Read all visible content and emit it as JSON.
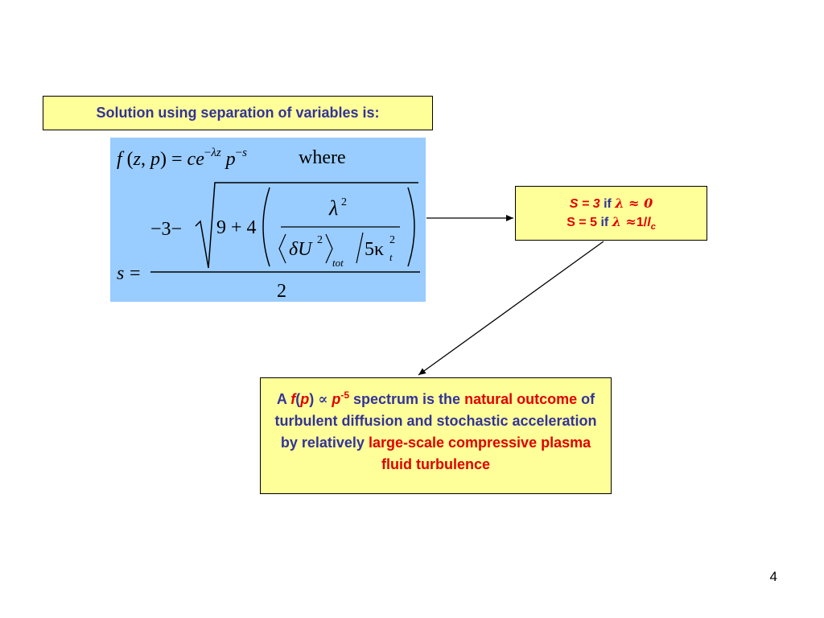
{
  "slide": {
    "title": "Solution using separation of variables is:",
    "page_number": "4"
  },
  "equation": {
    "line1": "f(z,p) = ce^(−λz) p^(−s)",
    "where": "where",
    "s_label": "s",
    "minus3": "−3−",
    "nine_plus_four": "9 + 4",
    "lambda_sq": "λ",
    "sup2": "2",
    "deltaU": "δU",
    "tot": "tot",
    "five_kappa": "5κ",
    "t_sub": "t",
    "denominator": "2"
  },
  "conditions": {
    "line1": {
      "s": "S = 3",
      "if": "if",
      "approx": "λ ≈ 0"
    },
    "line2": {
      "s": "S = 5",
      "if": "if",
      "lambda": "λ ≈",
      "value": "1/",
      "l": "l",
      "c": "c"
    }
  },
  "conclusion": {
    "p1": "A",
    "f": "f",
    "p_open": "(",
    "p_var": "p",
    "p_close": ")",
    "propto": "∝",
    "p_var2": "p",
    "exp": "-5",
    "p2": "spectrum is the",
    "natural_outcome_a": "natural",
    "natural_outcome_b": "outcome",
    "p3": "of turbulent diffusion and stochastic acceleration by relatively",
    "p4": "large-scale compressive plasma fluid turbulence"
  },
  "colors": {
    "box_fill": "#ffff99",
    "equation_fill": "#99ccff",
    "text_blue": "#333399",
    "text_red": "#e00000"
  }
}
